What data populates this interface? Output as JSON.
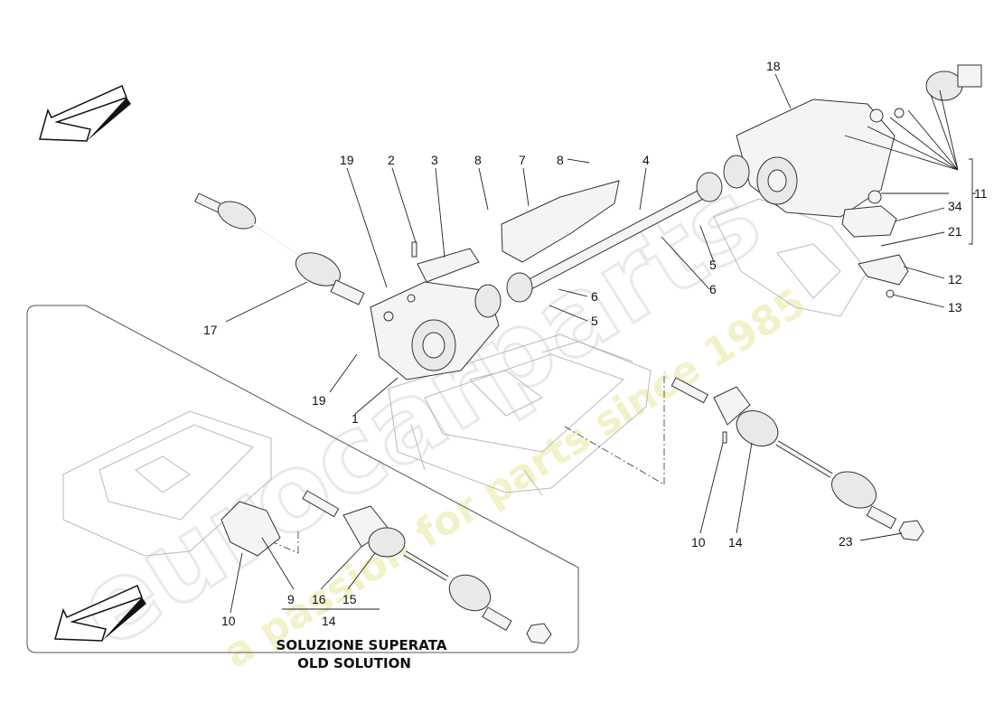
{
  "caption": {
    "line1": "SOLUZIONE SUPERATA",
    "line2": "OLD SOLUTION"
  },
  "watermark": {
    "brand": "eurocarparts",
    "tagline": "a passion for parts since 1985",
    "color": "#e8e8a0"
  },
  "labels": {
    "l19a": "19",
    "l2": "2",
    "l3": "3",
    "l8a": "8",
    "l7": "7",
    "l8b": "8",
    "l4": "4",
    "l18": "18",
    "l11": "11",
    "l34": "34",
    "l21": "21",
    "l12": "12",
    "l13": "13",
    "l5a": "5",
    "l6a": "6",
    "l6b": "6",
    "l5b": "5",
    "l17": "17",
    "l19b": "19",
    "l1": "1",
    "l10a": "10",
    "l14a": "14",
    "l23": "23",
    "l9": "9",
    "l16": "16",
    "l15": "15",
    "l14b": "14",
    "l10b": "10"
  }
}
